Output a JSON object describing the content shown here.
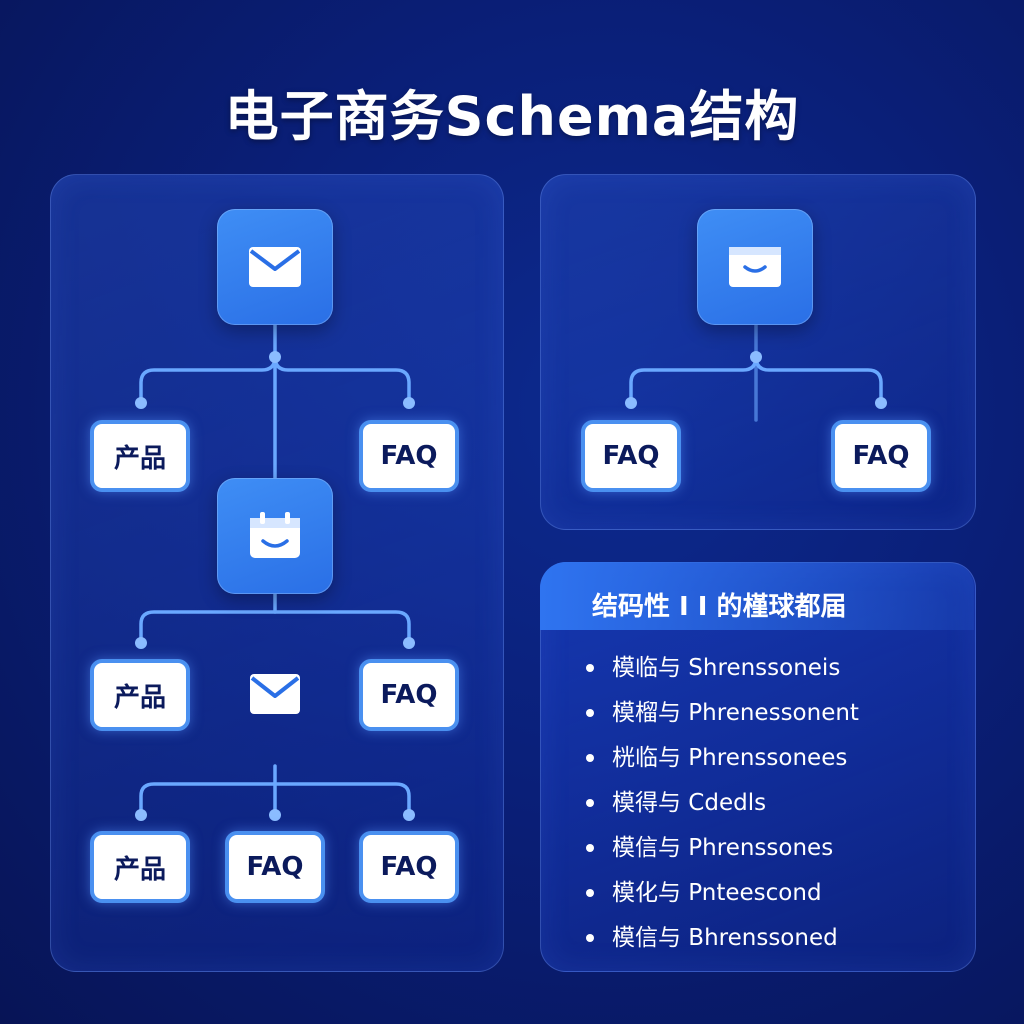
{
  "title": "电子商务Schema结构",
  "left_tree": {
    "row1": [
      "产品",
      "FAQ"
    ],
    "row2": [
      "产品",
      "FAQ"
    ],
    "row3": [
      "产品",
      "FAQ",
      "FAQ"
    ]
  },
  "right_tree": {
    "row1": [
      "FAQ",
      "FAQ"
    ]
  },
  "list_panel": {
    "title": "结码性 I I 的槿球都届",
    "items": [
      "模临与 Shrenssoneis",
      "模榴与 Phrenessonent",
      "桄临与 Phrenssonees",
      "模得与 Cdedls",
      "模信与 Phrenssones",
      "模化与 Pnteescond",
      "模信与 Bhrenssoned"
    ]
  },
  "icons": [
    "mail-icon",
    "calendar-icon",
    "mail-icon",
    "box-icon"
  ],
  "colors": {
    "accent": "#3f8ef5",
    "node_border": "#4a90f0",
    "line": "#6aa8ff"
  }
}
